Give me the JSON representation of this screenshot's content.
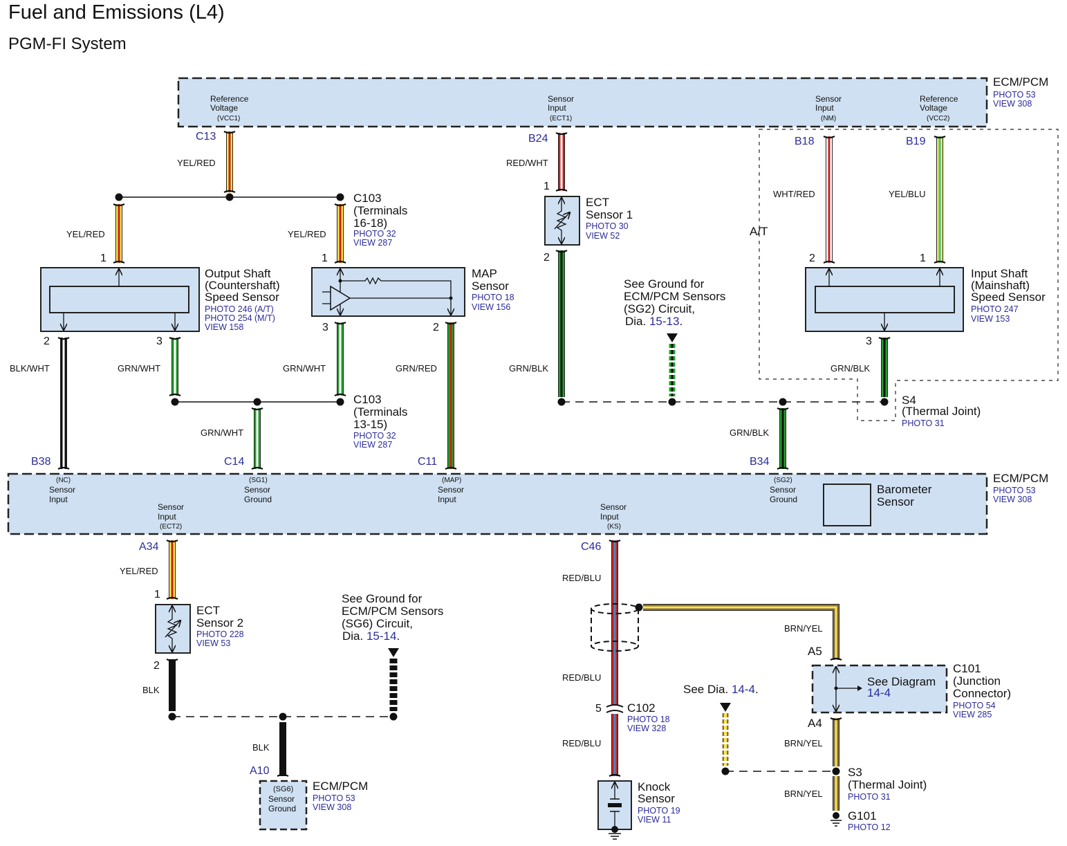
{
  "header": {
    "title": "Fuel and Emissions (L4)",
    "subtitle": "PGM-FI System"
  },
  "colors": {
    "module_fill": "#cfe0f2",
    "reference_text": "#2b2b9a",
    "yellow": "#f6e94a",
    "red": "#c8201e",
    "green": "#22a02a",
    "black": "#111111",
    "white": "#ffffff",
    "blue": "#3a8fc7",
    "brown": "#8b6b4a",
    "teal": "#3fc0a0"
  },
  "ecm_top": {
    "name": "ECM/PCM",
    "photo": "PHOTO 53",
    "view": "VIEW 308",
    "terminals": [
      {
        "line1": "Reference",
        "line2": "Voltage",
        "signal": "(VCC1)",
        "pin": "C13"
      },
      {
        "line1": "Sensor",
        "line2": "Input",
        "signal": "(ECT1)",
        "pin": "B24"
      },
      {
        "line1": "Sensor",
        "line2": "Input",
        "signal": "(NM)",
        "pin": "B18"
      },
      {
        "line1": "Reference",
        "line2": "Voltage",
        "signal": "(VCC2)",
        "pin": "B19"
      }
    ]
  },
  "ecm_bottom": {
    "name": "ECM/PCM",
    "photo": "PHOTO 53",
    "view": "VIEW 308",
    "barometer": [
      "Barometer",
      "Sensor"
    ],
    "terminals": [
      {
        "signal": "(NC)",
        "line1": "Sensor",
        "line2": "Input",
        "pin": "B38"
      },
      {
        "signal": "(SG1)",
        "line1": "Sensor",
        "line2": "Ground",
        "pin": "C14"
      },
      {
        "signal": "(MAP)",
        "line1": "Sensor",
        "line2": "Input",
        "pin": "C11"
      },
      {
        "signal": "(SG2)",
        "line1": "Sensor",
        "line2": "Ground",
        "pin": "B34"
      },
      {
        "line1": "Sensor",
        "line2": "Input",
        "signal": "(ECT2)",
        "pin": "A34"
      },
      {
        "line1": "Sensor",
        "line2": "Input",
        "signal": "(KS)",
        "pin": "C46"
      }
    ]
  },
  "ecm_sg6": {
    "name": "ECM/PCM",
    "photo": "PHOTO 53",
    "view": "VIEW 308",
    "signal": "(SG6)",
    "line1": "Sensor",
    "line2": "Ground",
    "pin": "A10"
  },
  "components": {
    "output_shaft": {
      "lines": [
        "Output Shaft",
        "(Countershaft)",
        "Speed Sensor"
      ],
      "refs": [
        "PHOTO 246 (A/T)",
        "PHOTO 254 (M/T)",
        "VIEW 158"
      ],
      "pins": [
        "1",
        "2",
        "3"
      ]
    },
    "map_sensor": {
      "lines": [
        "MAP",
        "Sensor"
      ],
      "refs": [
        "PHOTO 18",
        "VIEW 156"
      ],
      "pins": [
        "1",
        "3",
        "2"
      ]
    },
    "ect1": {
      "lines": [
        "ECT",
        "Sensor 1"
      ],
      "refs": [
        "PHOTO 30",
        "VIEW 52"
      ],
      "pins": [
        "1",
        "2"
      ]
    },
    "input_shaft": {
      "lines": [
        "Input Shaft",
        "(Mainshaft)",
        "Speed Sensor"
      ],
      "refs": [
        "PHOTO 247",
        "VIEW 153"
      ],
      "pins": [
        "2",
        "1",
        "3"
      ]
    },
    "ect2": {
      "lines": [
        "ECT",
        "Sensor 2"
      ],
      "refs": [
        "PHOTO 228",
        "VIEW 53"
      ],
      "pins": [
        "1",
        "2"
      ]
    },
    "knock": {
      "lines": [
        "Knock",
        "Sensor"
      ],
      "refs": [
        "PHOTO 19",
        "VIEW 11"
      ]
    },
    "c101": {
      "lines": [
        "C101",
        "(Junction",
        "Connector)"
      ],
      "refs": [
        "PHOTO 54",
        "VIEW 285"
      ],
      "inner": "See Diagram",
      "inner_link": "14-4",
      "pins": [
        "A5",
        "A4"
      ]
    },
    "c102": {
      "name": "C102",
      "refs": [
        "PHOTO 18",
        "VIEW 328"
      ],
      "pin": "5"
    },
    "c103_top": {
      "lines": [
        "C103",
        "(Terminals",
        "16-18)"
      ],
      "refs": [
        "PHOTO 32",
        "VIEW 287"
      ]
    },
    "c103_bot": {
      "lines": [
        "C103",
        "(Terminals",
        "13-15)"
      ],
      "refs": [
        "PHOTO 32",
        "VIEW 287"
      ]
    },
    "s4": {
      "lines": [
        "S4",
        "(Thermal Joint)"
      ],
      "refs": [
        "PHOTO 31"
      ]
    },
    "s3": {
      "lines": [
        "S3",
        "(Thermal Joint)"
      ],
      "refs": [
        "PHOTO 31"
      ]
    },
    "g101": {
      "name": "G101",
      "refs": [
        "PHOTO 12"
      ]
    }
  },
  "wires": {
    "c13": "YEL/RED",
    "os1": "YEL/RED",
    "map1": "YEL/RED",
    "b24": "RED/WHT",
    "b18": "WHT/RED",
    "b19": "YEL/BLU",
    "os2": "BLK/WHT",
    "os3": "GRN/WHT",
    "map3": "GRN/WHT",
    "map2": "GRN/RED",
    "ect1_2": "GRN/BLK",
    "is3": "GRN/BLK",
    "c14": "GRN/WHT",
    "b34": "GRN/BLK",
    "a34": "YEL/RED",
    "ect2_2": "BLK",
    "a10": "BLK",
    "c46": "RED/BLU",
    "c46b": "RED/BLU",
    "c102b": "RED/BLU",
    "shield": "BRN/YEL",
    "a4": "BRN/YEL",
    "s3g": "BRN/YEL"
  },
  "notes": {
    "at": "A/T",
    "sg2": {
      "lines": [
        "See Ground for",
        "ECM/PCM Sensors",
        "(SG2) Circuit,"
      ],
      "prefix": "Dia. ",
      "link": "15-13",
      "suffix": "."
    },
    "sg6": {
      "lines": [
        "See Ground for",
        "ECM/PCM Sensors",
        "(SG6) Circuit,"
      ],
      "prefix": "Dia. ",
      "link": "15-14",
      "suffix": "."
    },
    "dia144": {
      "prefix": "See Dia. ",
      "link": "14-4",
      "suffix": "."
    }
  }
}
